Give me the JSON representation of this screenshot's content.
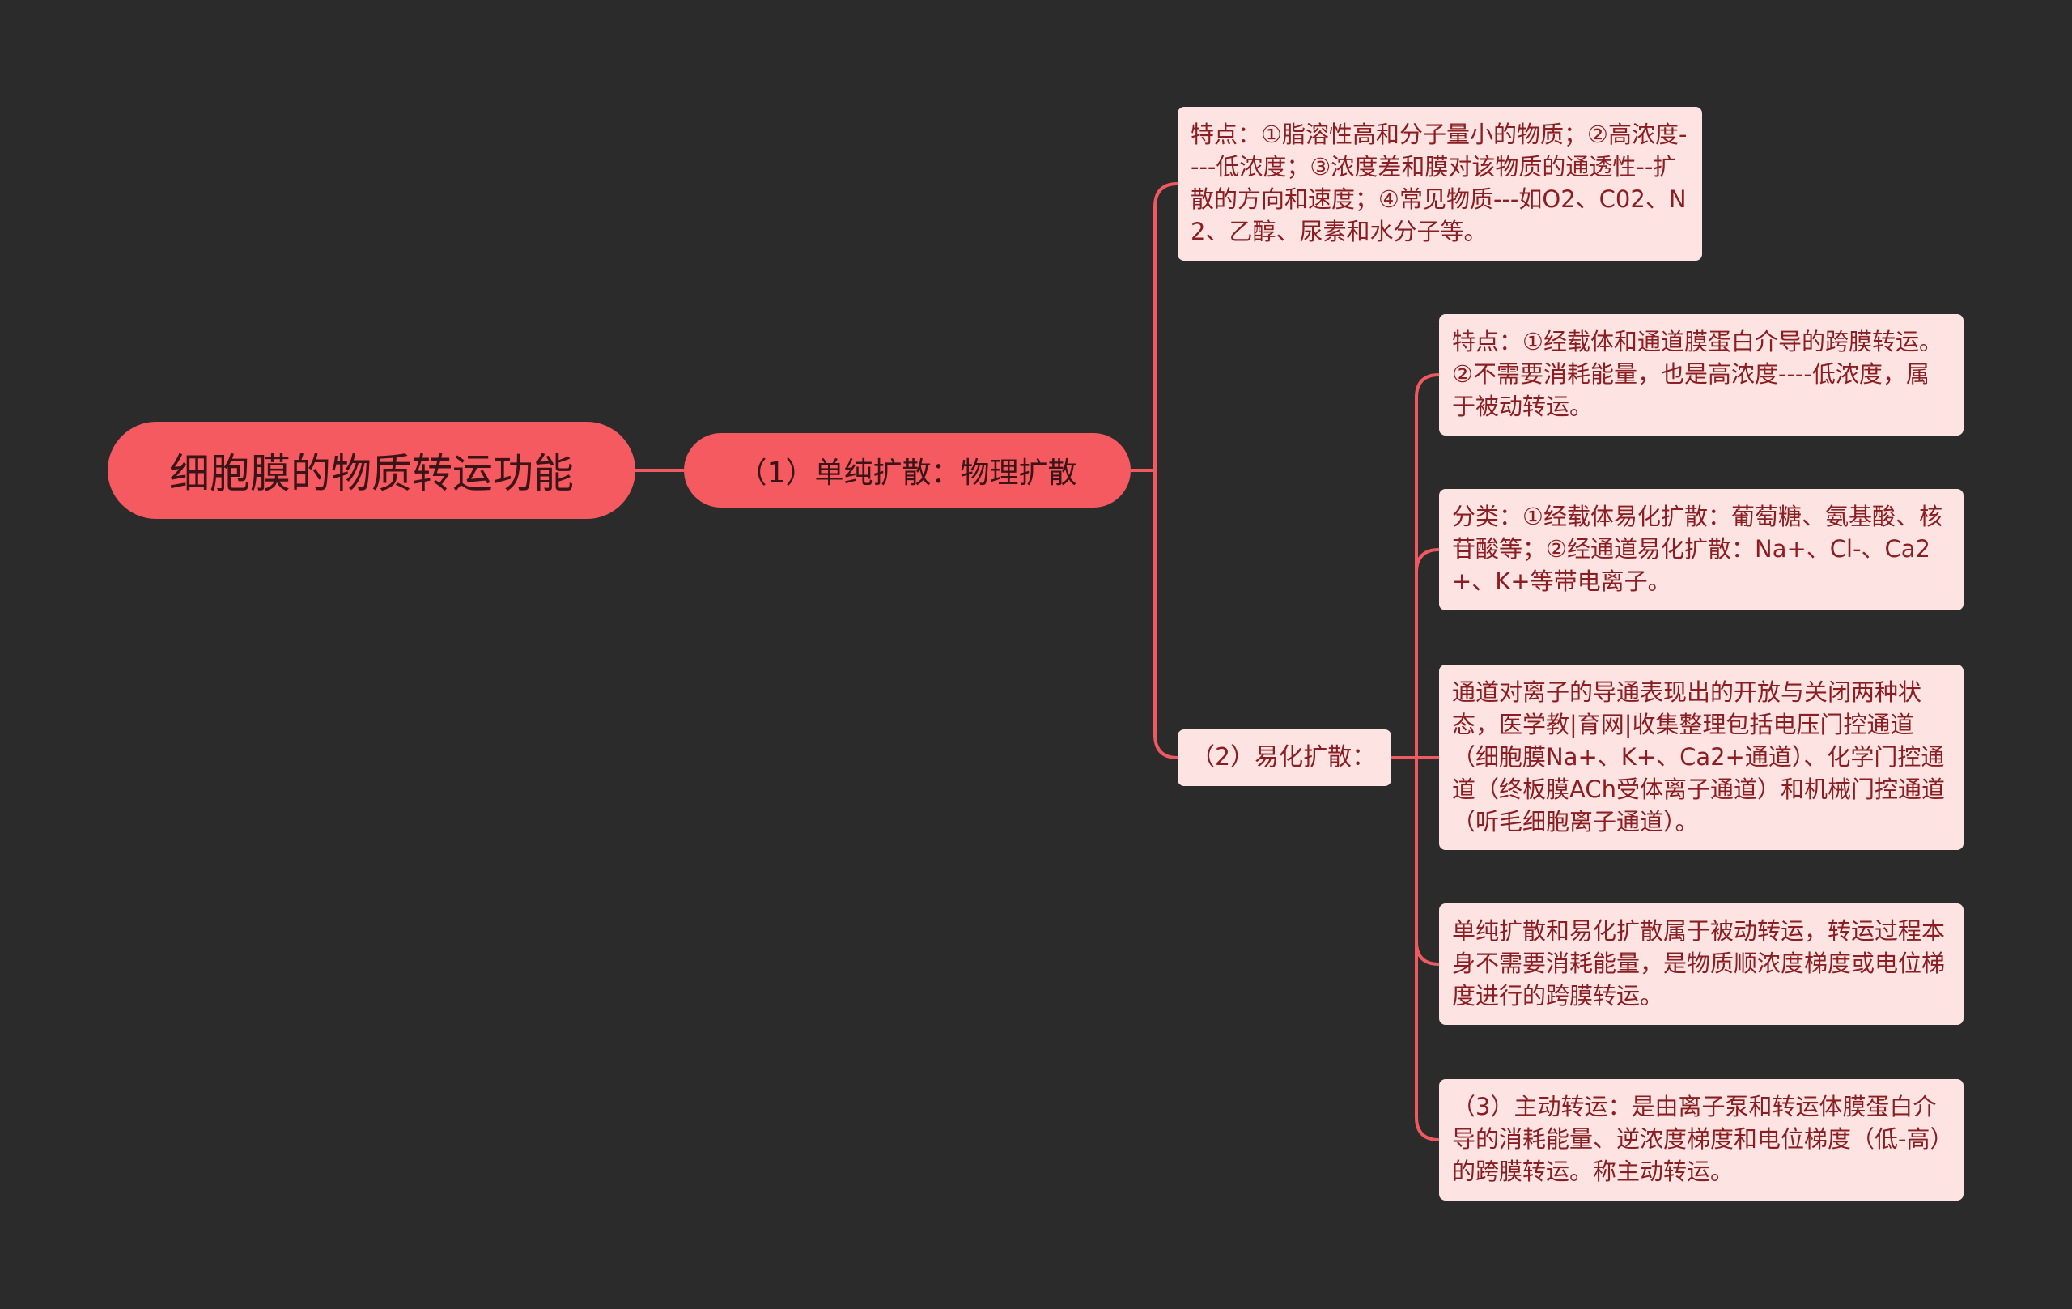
{
  "root": {
    "label": "细胞膜的物质转运功能"
  },
  "branch": {
    "label": "（1）单纯扩散：物理扩散"
  },
  "sub_branch": {
    "label": "（2）易化扩散："
  },
  "cards": {
    "simple_diffusion_features": "特点：①脂溶性高和分子量小的物质；②高浓度----低浓度；③浓度差和膜对该物质的通透性--扩散的方向和速度；④常见物质---如O2、C02、N2、乙醇、尿素和水分子等。",
    "facilitated_features": "特点：①经载体和通道膜蛋白介导的跨膜转运。②不需要消耗能量，也是高浓度----低浓度，属于被动转运。",
    "facilitated_classification": "分类：①经载体易化扩散：葡萄糖、氨基酸、核苷酸等；②经通道易化扩散：Na+、Cl-、Ca2+、K+等带电离子。",
    "channel_gating": "通道对离子的导通表现出的开放与关闭两种状态，医学教|育网|收集整理包括电压门控通道（细胞膜Na+、K+、Ca2+通道）、化学门控通道（终板膜ACh受体离子通道）和机械门控通道（听毛细胞离子通道）。",
    "passive_transport": "单纯扩散和易化扩散属于被动转运，转运过程本身不需要消耗能量，是物质顺浓度梯度或电位梯度进行的跨膜转运。",
    "active_transport": "（3）主动转运：是由离子泵和转运体膜蛋白介导的消耗能量、逆浓度梯度和电位梯度（低-高）的跨膜转运。称主动转运。"
  },
  "colors": {
    "background": "#2b2b2b",
    "main_node": "#f55a60",
    "card": "#fde4e3",
    "card_text": "#8a1e22",
    "connector": "#f0595f"
  }
}
